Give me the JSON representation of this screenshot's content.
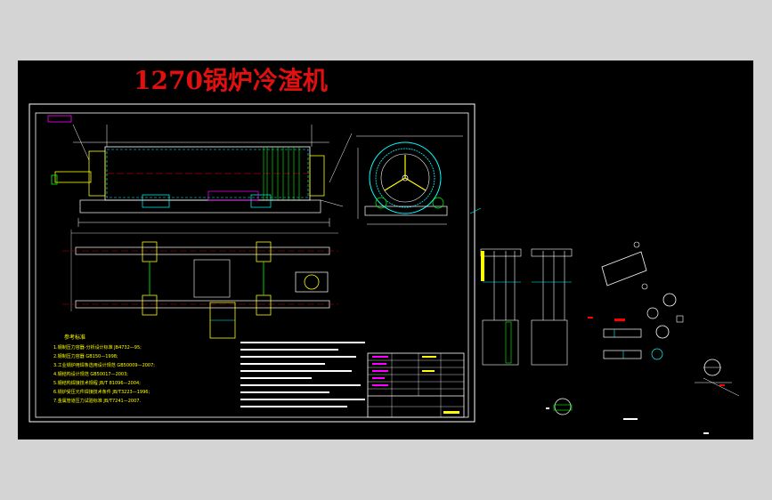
{
  "title": "1270锅炉冷渣机",
  "notes": {
    "heading": "参考标准",
    "lines": [
      "1.钢制压力容器-分析设计标准 JB4732—95;",
      "2.钢制压力容器 GB150—1998;",
      "3.工业锅炉用焊条选用设计规范 GB50009—2007;",
      "4.钢结构设计规范 GB50017—2003;",
      "5.钢结构焊接技术规程 JB/T 81096—2004;",
      "6.锅炉受压元件焊接技术条件 JB/T3223—1996;",
      "7.金属管道压力试验标准 JB/T7241—2007."
    ]
  },
  "colors": {
    "background": "#000000",
    "frame": "#ffffff",
    "title": "#e01010",
    "accent_yellow": "#ffff00",
    "accent_cyan": "#00ffff",
    "accent_green": "#00ff00",
    "accent_magenta": "#ff00ff"
  }
}
